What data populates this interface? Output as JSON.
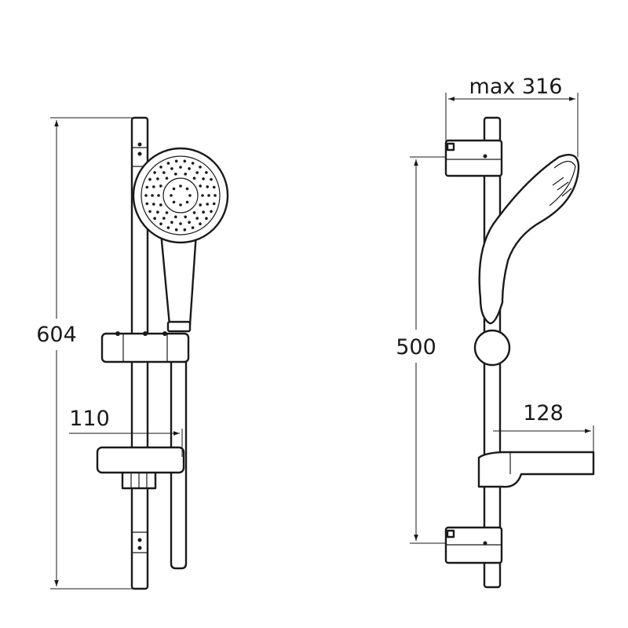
{
  "dimensions": {
    "overall_height": "604",
    "wall_offset_front": "110",
    "bracket_spacing": "500",
    "max_depth": "max 316",
    "shelf_depth": "128"
  },
  "colors": {
    "line": "#1a1a1a",
    "background": "#ffffff"
  }
}
